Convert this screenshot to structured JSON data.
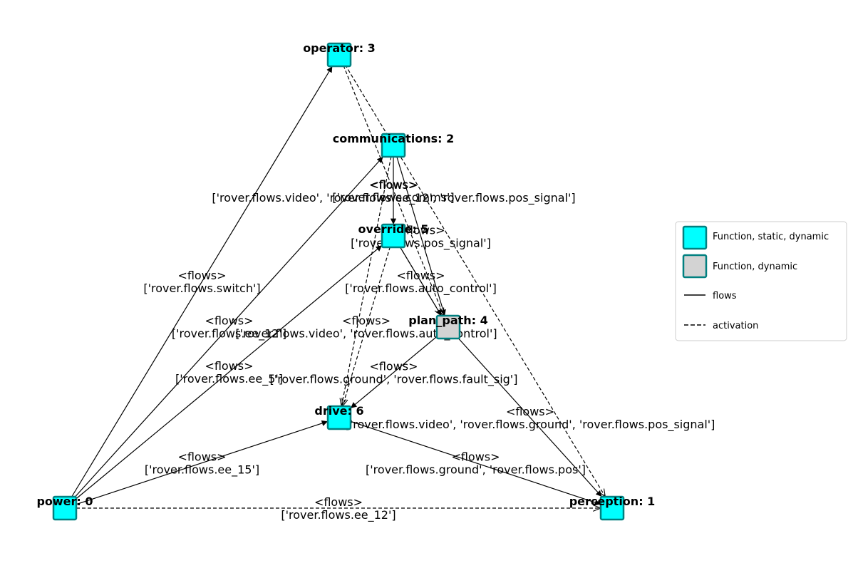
{
  "colors": {
    "static_dynamic_fill": "#00ffff",
    "dynamic_fill": "#d3d3d3",
    "node_border": "#008080",
    "edge": "#000000"
  },
  "nodes": [
    {
      "id": "power",
      "label": "power: 0",
      "kind": "static_dynamic"
    },
    {
      "id": "perception",
      "label": "perception: 1",
      "kind": "static_dynamic"
    },
    {
      "id": "communications",
      "label": "communications: 2",
      "kind": "static_dynamic"
    },
    {
      "id": "operator",
      "label": "operator: 3",
      "kind": "static_dynamic"
    },
    {
      "id": "plan_path",
      "label": "plan_path: 4",
      "kind": "dynamic"
    },
    {
      "id": "override",
      "label": "override: 5",
      "kind": "static_dynamic"
    },
    {
      "id": "drive",
      "label": "drive: 6",
      "kind": "static_dynamic"
    }
  ],
  "edges": [
    {
      "from": "power",
      "to": "operator",
      "style": "flows",
      "label1": "<flows>",
      "label2": "['rover.flows.switch']"
    },
    {
      "from": "power",
      "to": "communications",
      "style": "flows",
      "label1": "<flows>",
      "label2": "['rover.flows.ee_12']"
    },
    {
      "from": "power",
      "to": "override",
      "style": "flows",
      "label1": "<flows>",
      "label2": "['rover.flows.ee_5']"
    },
    {
      "from": "power",
      "to": "drive",
      "style": "flows",
      "label1": "<flows>",
      "label2": "['rover.flows.ee_15']"
    },
    {
      "from": "power",
      "to": "perception",
      "style": "activation",
      "label1": "<flows>",
      "label2": "['rover.flows.ee_12']"
    },
    {
      "from": "communications",
      "to": "override",
      "style": "flows",
      "label1": "<flows>",
      "label2": "['rover.flows.comms']"
    },
    {
      "from": "communications",
      "to": "plan_path",
      "style": "flows",
      "label1": "<flows>",
      "label2": "['rover.flows.pos_signal']"
    },
    {
      "from": "operator",
      "to": "plan_path",
      "style": "activation",
      "label1": "<flows>",
      "label2": "['rover.flows.video', 'rover.flows.ee_12', 'rover.flows.pos_signal']"
    },
    {
      "from": "override",
      "to": "plan_path",
      "style": "activation",
      "label1": "<flows>",
      "label2": "['rover.flows.auto_control']"
    },
    {
      "from": "override",
      "to": "drive",
      "style": "activation",
      "label1": "<flows>",
      "label2": "['rover.flows.video', 'rover.flows.auto_control']"
    },
    {
      "from": "plan_path",
      "to": "drive",
      "style": "flows",
      "label1": "<flows>",
      "label2": "['rover.flows.ground', 'rover.flows.fault_sig']"
    },
    {
      "from": "plan_path",
      "to": "perception",
      "style": "flows",
      "label1": "<flows>",
      "label2": "['rover.flows.video', 'rover.flows.ground', 'rover.flows.pos_signal']"
    },
    {
      "from": "drive",
      "to": "perception",
      "style": "flows",
      "label1": "<flows>",
      "label2": "['rover.flows.ground', 'rover.flows.pos']"
    },
    {
      "from": "operator",
      "to": "perception",
      "style": "activation",
      "label1": "",
      "label2": ""
    },
    {
      "from": "override",
      "to": "plan_path",
      "style": "flows",
      "label1": "",
      "label2": ""
    },
    {
      "from": "communications",
      "to": "drive",
      "style": "activation",
      "label1": "",
      "label2": ""
    }
  ],
  "legend": {
    "items": [
      {
        "label": "Function, static, dynamic"
      },
      {
        "label": "Function, dynamic"
      },
      {
        "label": "flows"
      },
      {
        "label": "activation"
      }
    ]
  }
}
